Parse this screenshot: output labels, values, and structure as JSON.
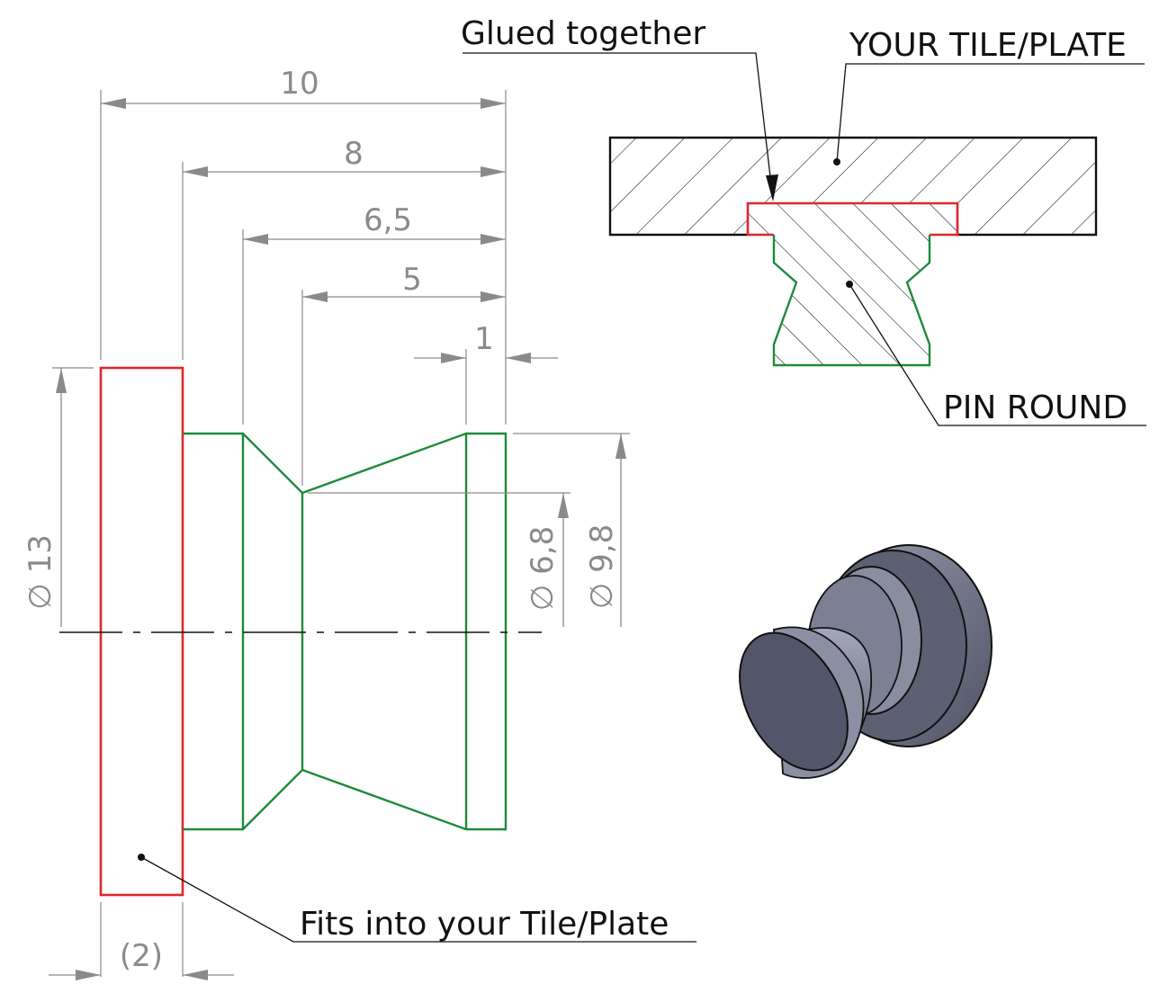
{
  "dimensions": {
    "d10": "10",
    "d8": "8",
    "d6_5": "6,5",
    "d5": "5",
    "d1": "1",
    "dia13": "∅ 13",
    "dia6_8": "∅ 6,8",
    "dia9_8": "∅ 9,8",
    "d2_ref": "(2)"
  },
  "labels": {
    "glued": "Glued together",
    "tile": "YOUR TILE/PLATE",
    "pin": "PIN ROUND",
    "fits": "Fits into your Tile/Plate"
  },
  "colors": {
    "glued_flange": "#e0262b",
    "pin_body": "#1f8a3b",
    "dimension": "#8a8a8a",
    "render_body": "#6f7286"
  }
}
